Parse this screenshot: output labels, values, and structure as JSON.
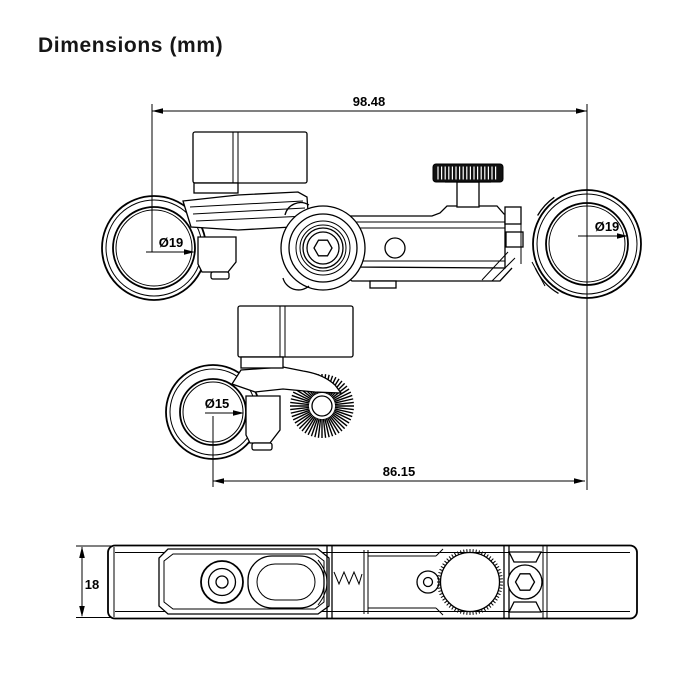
{
  "title": "Dimensions (mm)",
  "unit_note": "mm",
  "dims": {
    "overall_width": "98.48",
    "rod_left": "Ø19",
    "rod_right": "Ø19",
    "rod_small": "Ø15",
    "hole_spacing": "86.15",
    "thickness": "18"
  },
  "colors": {
    "line": "#000000",
    "background": "#ffffff"
  }
}
